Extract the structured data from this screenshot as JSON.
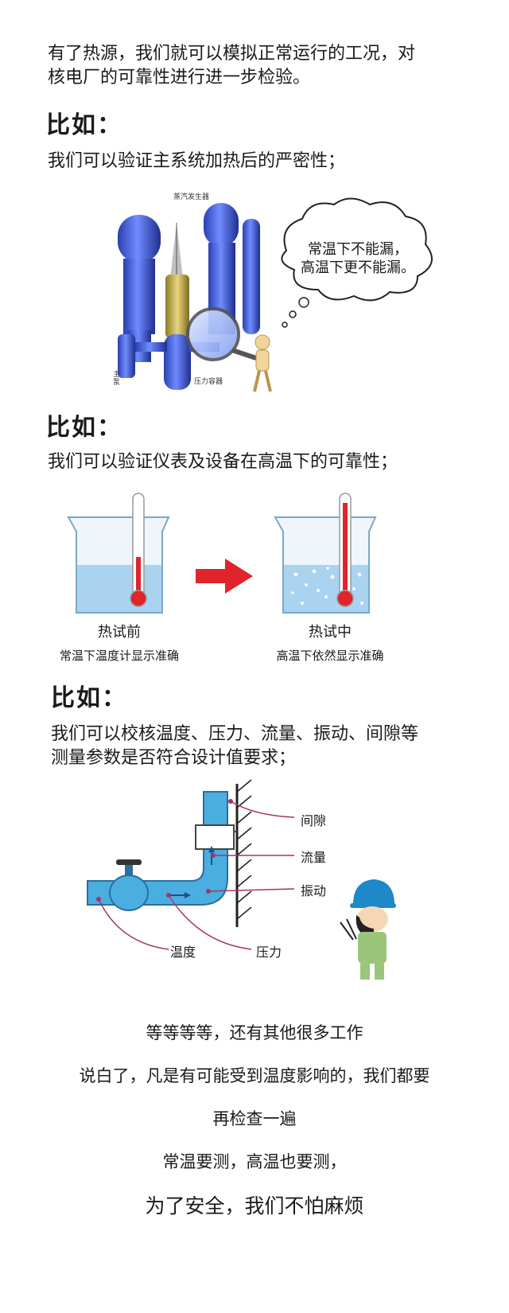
{
  "intro": {
    "line1": "有了热源，我们就可以模拟正常运行的工况，对",
    "line2": "核电厂的可靠性进行进一步检验。"
  },
  "section1": {
    "heading": "比如：",
    "text": "我们可以验证主系统加热后的严密性；",
    "diagram": {
      "label_steam_generator": "蒸汽发生器",
      "label_main_pump": "主泵",
      "label_pressure_vessel": "压力容器",
      "bubble_line1": "常温下不能漏，",
      "bubble_line2": "高温下更不能漏。"
    }
  },
  "section2": {
    "heading": "比如：",
    "text": "我们可以验证仪表及设备在高温下的可靠性；",
    "before_title": "热试前",
    "before_caption": "常温下温度计显示准确",
    "after_title": "热试中",
    "after_caption": "高温下依然显示准确"
  },
  "section3": {
    "heading": "比如：",
    "line1": "我们可以校核温度、压力、流量、振动、间隙等",
    "line2": "测量参数是否符合设计值要求；",
    "labels": {
      "gap": "间隙",
      "flow": "流量",
      "vibration": "振动",
      "temperature": "温度",
      "pressure": "压力"
    }
  },
  "closing": {
    "line1": "等等等等，还有其他很多工作",
    "line2": "说白了，凡是有可能受到温度影响的，我们都要",
    "line3": "再检查一遍",
    "line4": "常温要测，高温也要测，",
    "line5": "为了安全，我们不怕麻烦"
  },
  "colors": {
    "equipment_blue": "#3a5fe0",
    "thermometer_red": "#e0242b",
    "water_blue": "#a9d3ef",
    "pipe_blue": "#4aaee0",
    "label_line": "#a8336b"
  }
}
